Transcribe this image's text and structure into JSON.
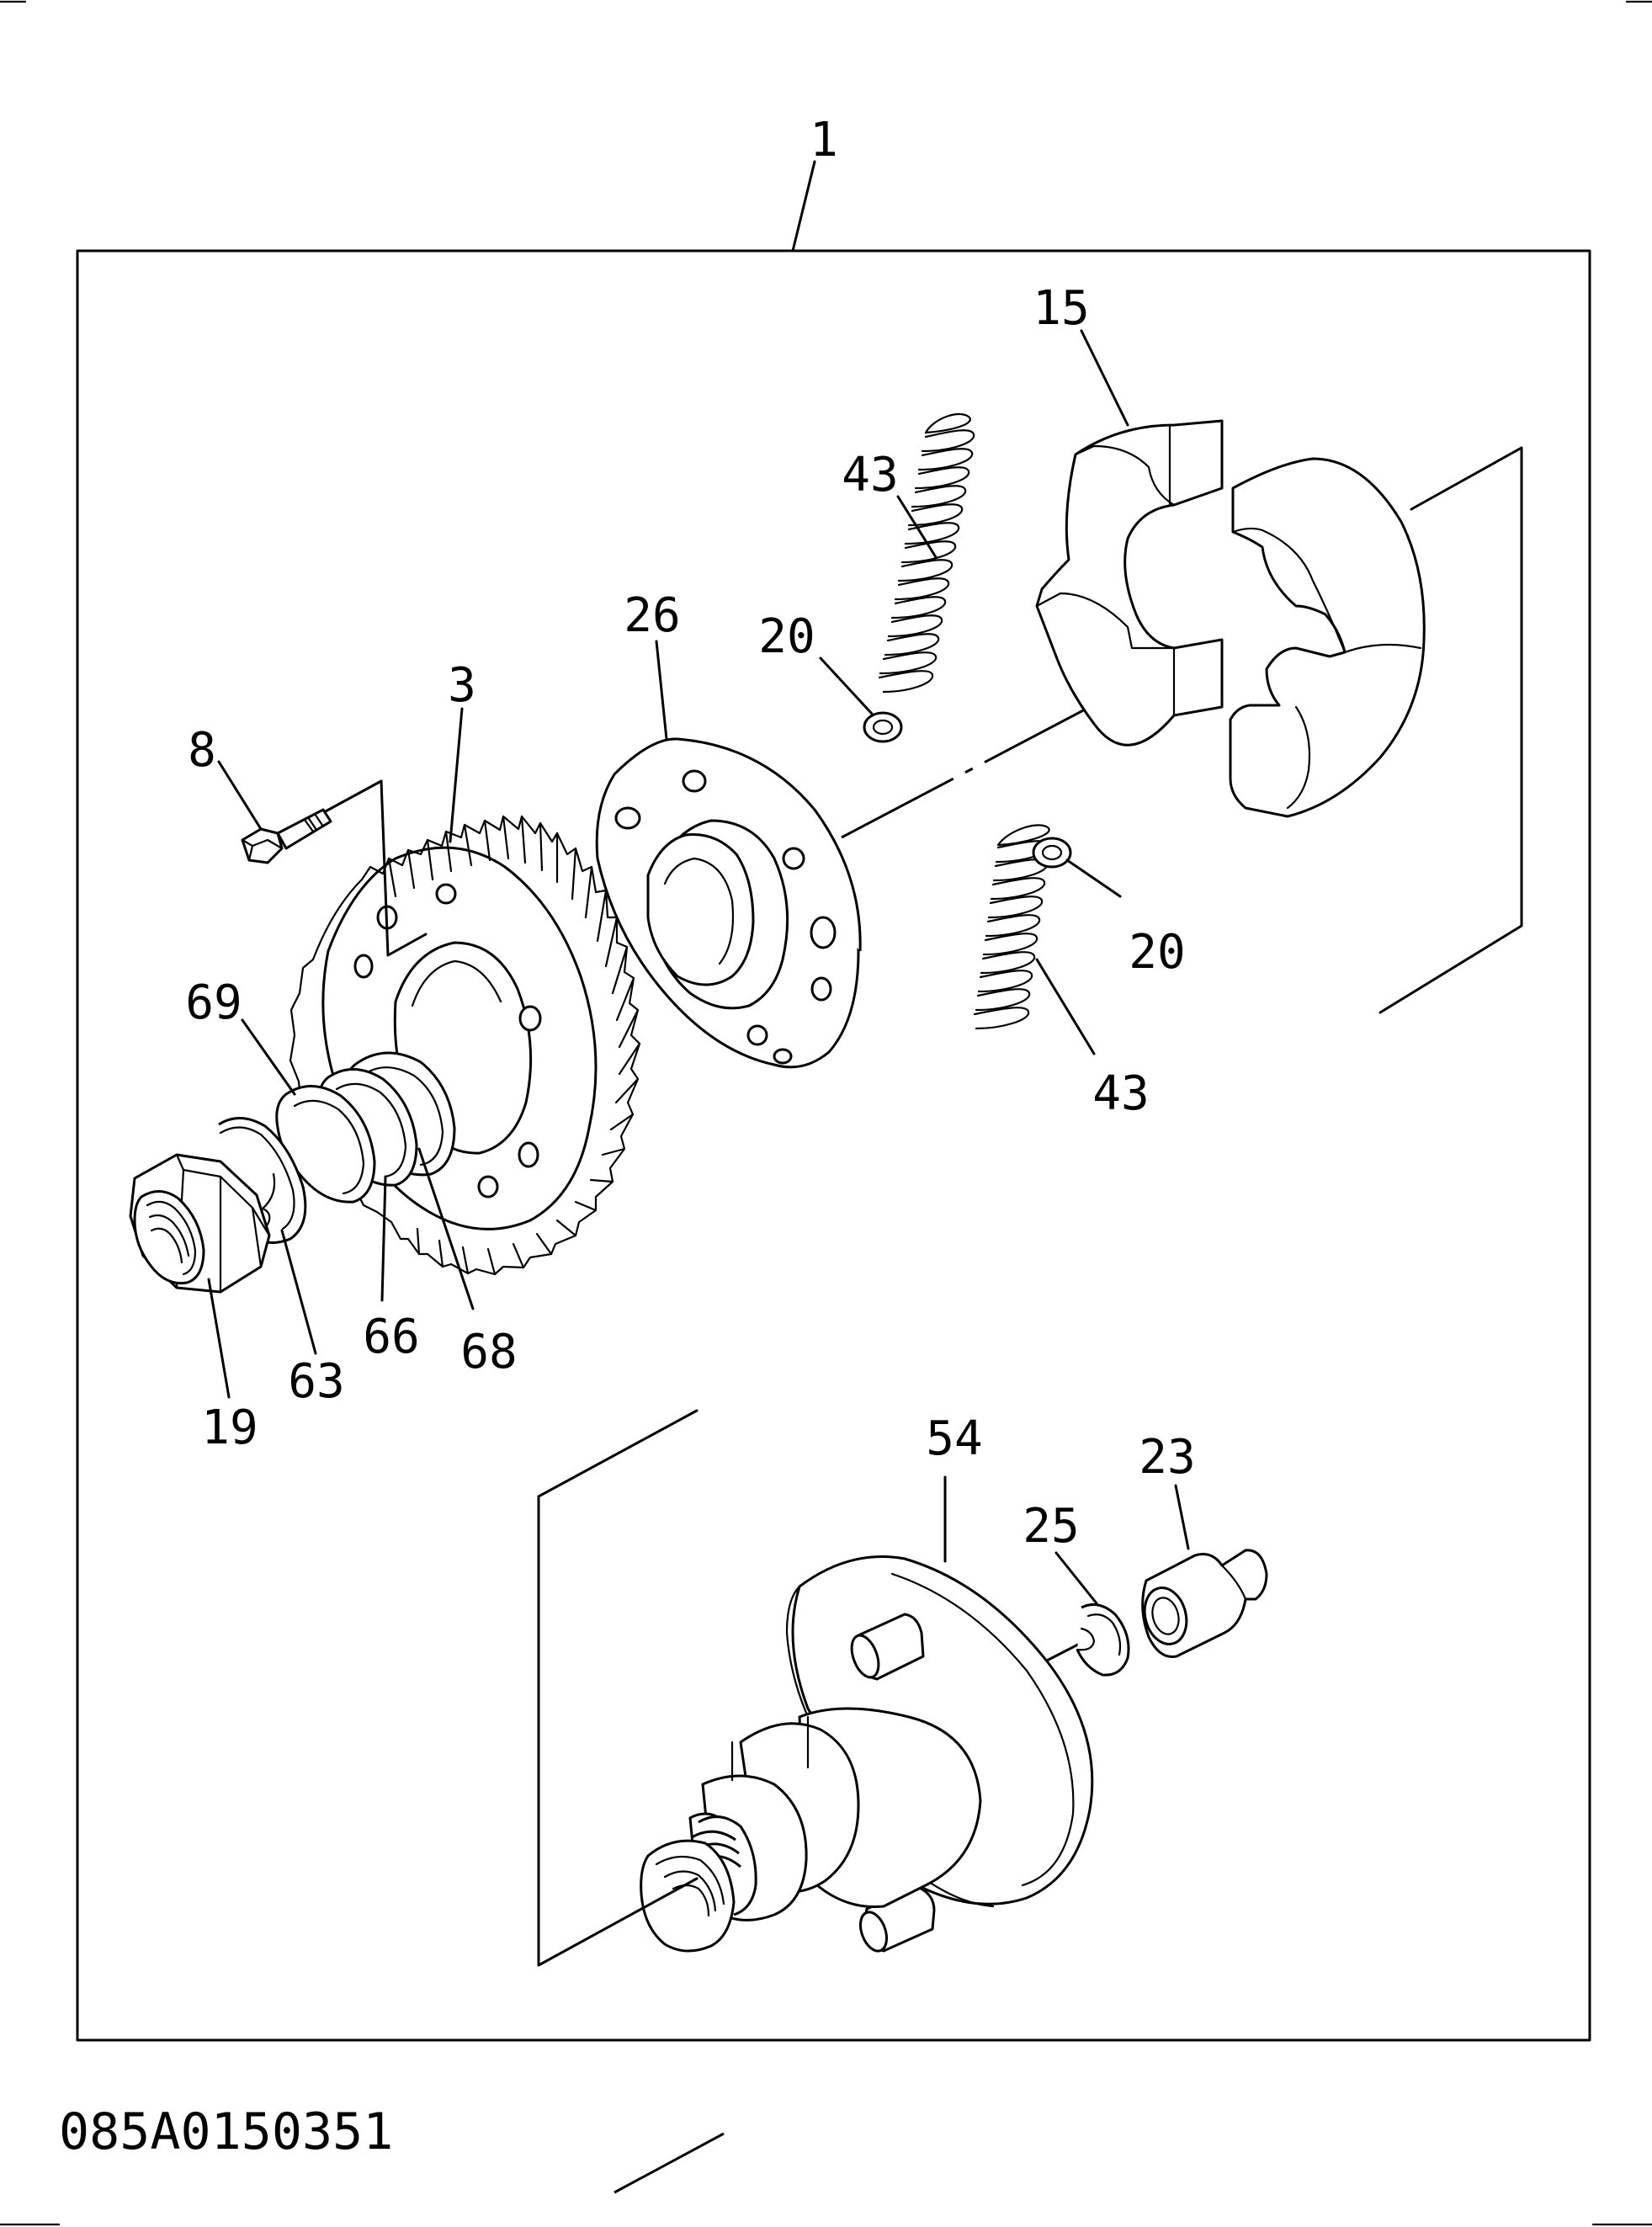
{
  "document_code": "085A0150351",
  "callouts": {
    "c1": "1",
    "c15": "15",
    "c43_top": "43",
    "c26": "26",
    "c20_top": "20",
    "c3": "3",
    "c8": "8",
    "c20_right": "20",
    "c69": "69",
    "c43_bottom": "43",
    "c66": "66",
    "c68": "68",
    "c63": "63",
    "c19": "19",
    "c54": "54",
    "c23": "23",
    "c25": "25"
  }
}
